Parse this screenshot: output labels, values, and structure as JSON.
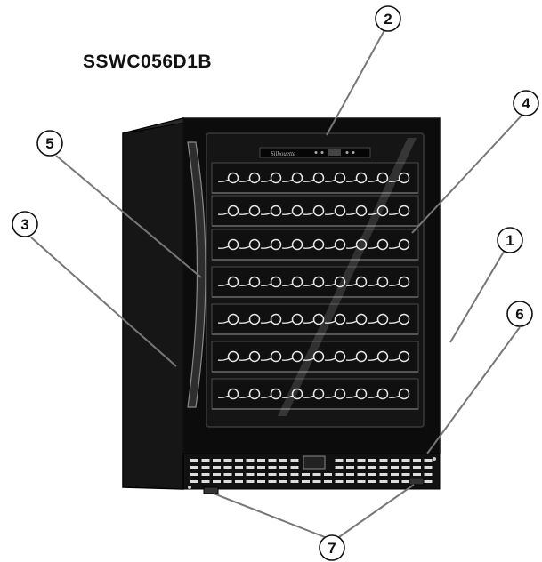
{
  "title": "SSWC056D1B",
  "display_brand": "Silhouette",
  "callouts": [
    {
      "id": "1",
      "label": "1"
    },
    {
      "id": "2",
      "label": "2"
    },
    {
      "id": "3",
      "label": "3"
    },
    {
      "id": "4",
      "label": "4"
    },
    {
      "id": "5",
      "label": "5"
    },
    {
      "id": "6",
      "label": "6"
    },
    {
      "id": "7",
      "label": "7"
    }
  ],
  "colors": {
    "cabinet": "#1a1a1a",
    "door": "#0d0d0d",
    "outline": "#222222",
    "leader": "#777777",
    "bottle": "#e8e8e8"
  }
}
